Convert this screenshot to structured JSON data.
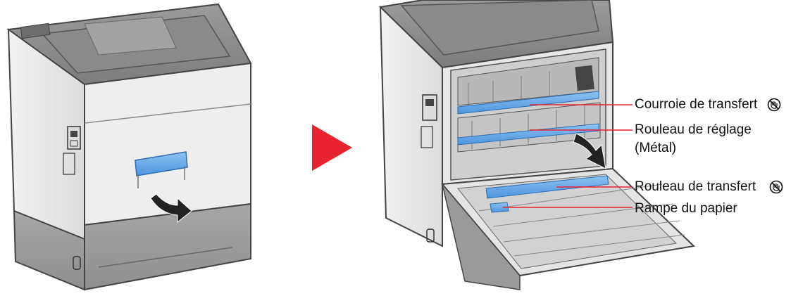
{
  "colors": {
    "accent_arrow": "#e8232f",
    "highlight_blue": "#5aa0e6",
    "leader_line": "#e8232f"
  },
  "labels": {
    "transfer_belt": "Courroie de transfert",
    "registration_roller_1": "Rouleau de réglage",
    "registration_roller_2": "(Métal)",
    "transfer_roller": "Rouleau de transfert",
    "paper_ramp": "Rampe du papier"
  },
  "icons": {
    "no_touch": "no-touch-hand-icon",
    "next_step": "triangle-right-arrow-icon",
    "open_cover": "curved-down-arrow-icon"
  }
}
